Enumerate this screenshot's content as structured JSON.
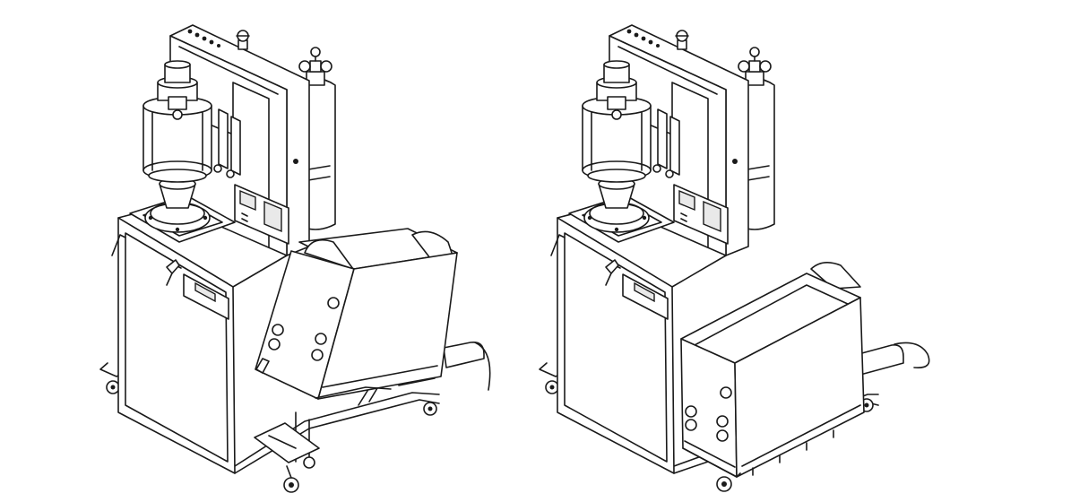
{
  "figure": {
    "panels": [
      {
        "id": "left",
        "configuration": "module-tilted-open"
      },
      {
        "id": "right",
        "configuration": "module-closed"
      }
    ],
    "colors": {
      "ink": "#1a1a1a",
      "paper": "#ffffff",
      "shade": "#e9e9e9"
    }
  }
}
